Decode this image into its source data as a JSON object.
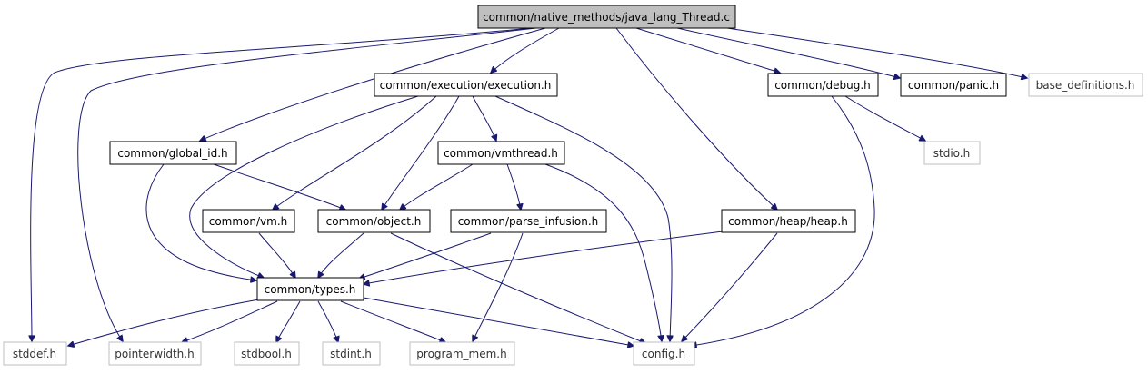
{
  "colors": {
    "edge": "#191970",
    "root_fill": "#bfbfbf",
    "node_border": "#000000",
    "external_border": "#bfbfbf",
    "external_text": "#333333"
  },
  "nodes": {
    "root": {
      "label": "common/native_methods/java_lang_Thread.c"
    },
    "execution": {
      "label": "common/execution/execution.h"
    },
    "debug": {
      "label": "common/debug.h"
    },
    "panic": {
      "label": "common/panic.h"
    },
    "base_definitions": {
      "label": "base_definitions.h"
    },
    "global_id": {
      "label": "common/global_id.h"
    },
    "vmthread": {
      "label": "common/vmthread.h"
    },
    "stdio": {
      "label": "stdio.h"
    },
    "vm": {
      "label": "common/vm.h"
    },
    "object": {
      "label": "common/object.h"
    },
    "parse_infusion": {
      "label": "common/parse_infusion.h"
    },
    "heap": {
      "label": "common/heap/heap.h"
    },
    "types": {
      "label": "common/types.h"
    },
    "stddef": {
      "label": "stddef.h"
    },
    "pointerwidth": {
      "label": "pointerwidth.h"
    },
    "stdbool": {
      "label": "stdbool.h"
    },
    "stdint": {
      "label": "stdint.h"
    },
    "program_mem": {
      "label": "program_mem.h"
    },
    "config": {
      "label": "config.h"
    }
  }
}
